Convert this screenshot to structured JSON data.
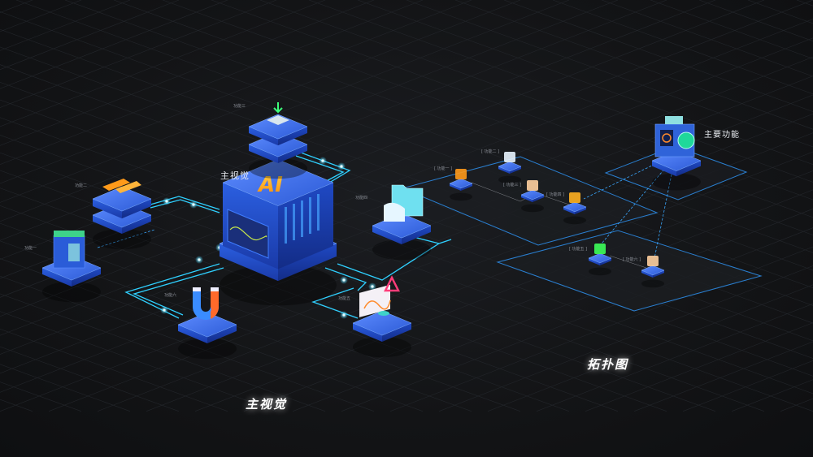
{
  "main_visual": {
    "center_label": "主视觉",
    "center_badge": "AI",
    "nodes": [
      {
        "label": "功能一",
        "icon": "server-rack-icon"
      },
      {
        "label": "功能二",
        "icon": "router-icon"
      },
      {
        "label": "功能三",
        "icon": "download-tray-icon"
      },
      {
        "label": "功能四",
        "icon": "folder-icon"
      },
      {
        "label": "功能五",
        "icon": "chart-card-icon"
      },
      {
        "label": "功能六",
        "icon": "magnet-icon"
      }
    ],
    "caption": "主视觉"
  },
  "topology": {
    "hub_label": "主要功能",
    "nodes": [
      {
        "label": "功能一",
        "icon": "bar-chart-icon"
      },
      {
        "label": "功能二",
        "icon": "printer-icon"
      },
      {
        "label": "功能三",
        "icon": "database-icon"
      },
      {
        "label": "功能四",
        "icon": "shield-icon"
      },
      {
        "label": "功能五",
        "icon": "green-cube-icon"
      },
      {
        "label": "功能六",
        "icon": "database-icon"
      }
    ],
    "caption": "拓扑图"
  },
  "colors": {
    "accent": "#3aa8ff",
    "line": "#2fd0ff",
    "box": "#2f63d9",
    "ai": "#ffb020"
  }
}
